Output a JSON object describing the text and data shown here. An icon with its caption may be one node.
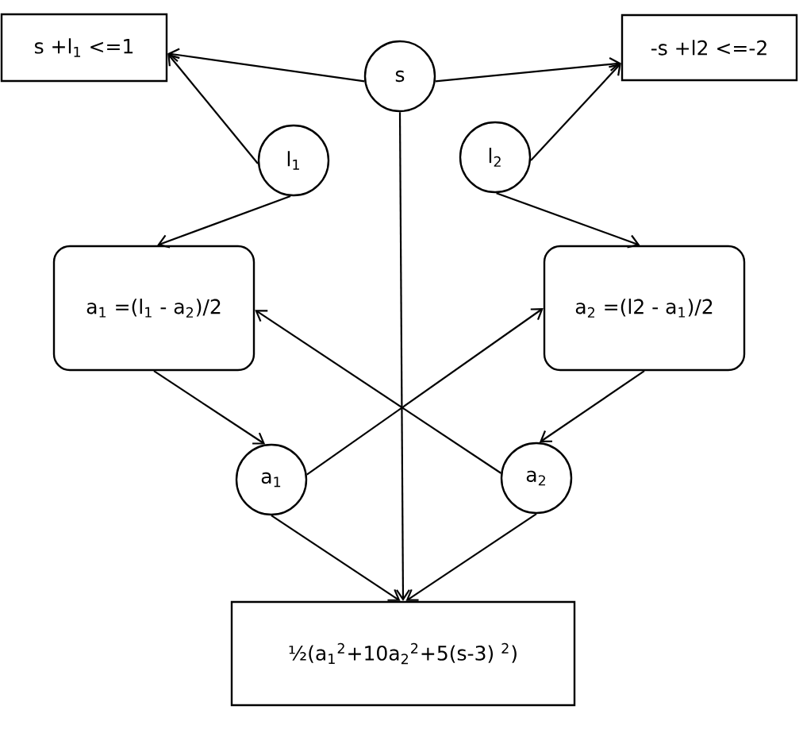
{
  "diagram": {
    "nodes": [
      {
        "text": [
          "s +l$_{1}$ <=1"
        ]
      },
      {
        "text": [
          "s"
        ]
      },
      {
        "text": [
          "-s +l2 <=-2"
        ]
      },
      {
        "text": [
          "l$_{1}$"
        ]
      },
      {
        "text": [
          "l$_{2}$"
        ]
      },
      {
        "text": [
          "a$_{1}$ =(l$_{1}$ - a$_{2}$)/2"
        ]
      },
      {
        "text": [
          "a$_{2}$ =(l2 - a$_{1}$)/2"
        ]
      },
      {
        "text": [
          "a$_{1}$"
        ]
      },
      {
        "text": [
          "a$_{2}$"
        ]
      },
      {
        "text": [
          "½(a$_{1}$$^{2}$+10a$_{2}$$^{2}$+5(s-3) $^{2}$)"
        ]
      }
    ],
    "edges": [
      {
        "from": 1,
        "to": 0,
        "arrow": "to"
      },
      {
        "from": 3,
        "to": 0,
        "arrow": "to"
      },
      {
        "from": 1,
        "to": 2,
        "arrow": "to"
      },
      {
        "from": 4,
        "to": 2,
        "arrow": "to"
      },
      {
        "from": 3,
        "to": 5,
        "arrow": "to"
      },
      {
        "from": 4,
        "to": 6,
        "arrow": "to"
      },
      {
        "from": 5,
        "to": 7,
        "arrow": "to"
      },
      {
        "from": 6,
        "to": 8,
        "arrow": "to"
      },
      {
        "from": 7,
        "to": 6,
        "arrow": "to"
      },
      {
        "from": 8,
        "to": 5,
        "arrow": "to"
      },
      {
        "from": 1,
        "to": 9,
        "arrow": "to"
      },
      {
        "from": 7,
        "to": 9,
        "arrow": "to"
      },
      {
        "from": 8,
        "to": 9,
        "arrow": "to"
      }
    ]
  }
}
